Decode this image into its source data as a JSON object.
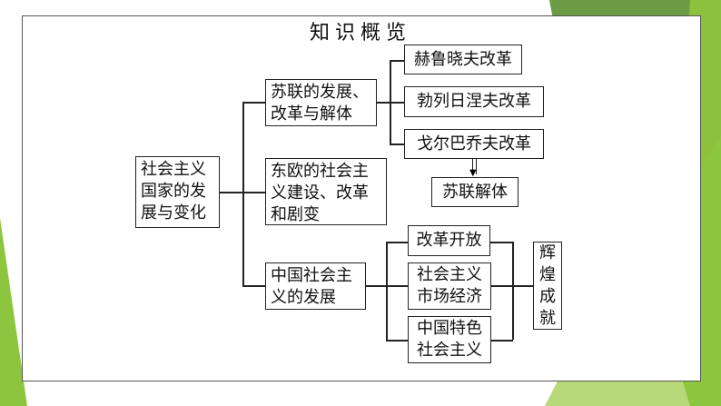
{
  "title": "知识概览",
  "root": "社会主义国家的发展与变化",
  "branches": [
    "苏联的发展、改革与解体",
    "东欧的社会主义建设、改革和剧变",
    "中国社会主义的发展"
  ],
  "soviet_reforms": [
    "赫鲁晓夫改革",
    "勃列日涅夫改革",
    "戈尔巴乔夫改革"
  ],
  "soviet_result": "苏联解体",
  "china_items": [
    "改革开放",
    "社会主义市场经济",
    "中国特色社会主义"
  ],
  "china_result": "辉煌成就",
  "colors": {
    "green_light": "#9bc83c",
    "green_dark": "#6a9a3a",
    "green_pale": "#d6e8a8"
  }
}
